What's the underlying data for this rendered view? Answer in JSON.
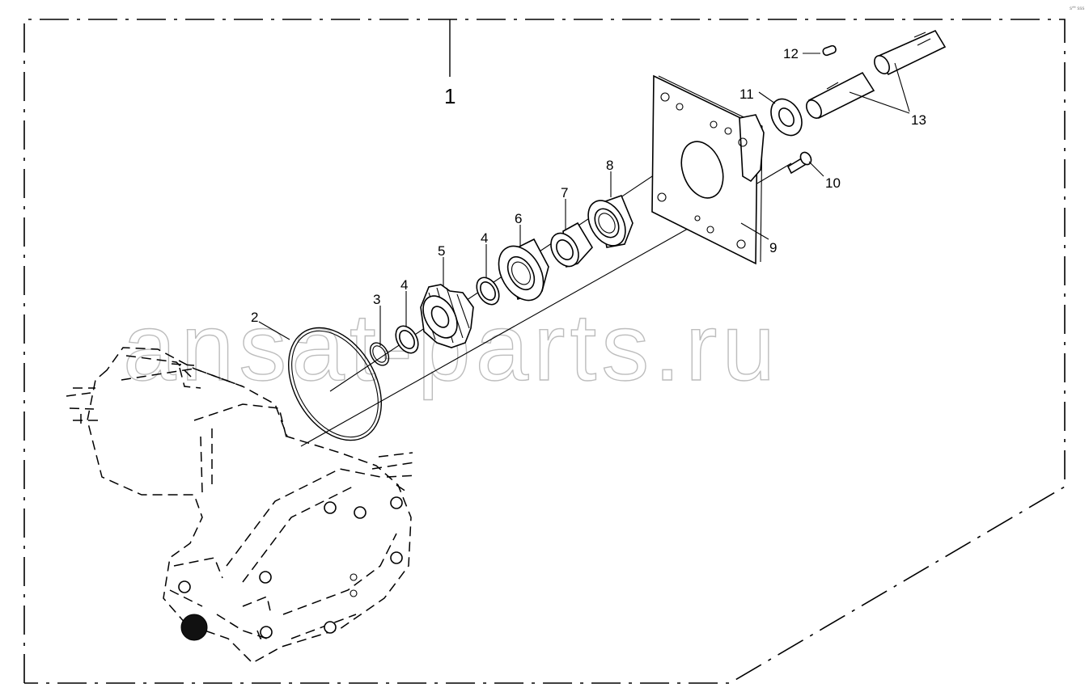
{
  "assembly_label": "1",
  "watermark": "ansat-parts.ru",
  "corner_code": "s** sss",
  "callouts": [
    {
      "id": "2",
      "text": "2"
    },
    {
      "id": "3",
      "text": "3"
    },
    {
      "id": "4a",
      "text": "4"
    },
    {
      "id": "4b",
      "text": "4"
    },
    {
      "id": "5",
      "text": "5"
    },
    {
      "id": "6",
      "text": "6"
    },
    {
      "id": "7",
      "text": "7"
    },
    {
      "id": "8",
      "text": "8"
    },
    {
      "id": "9",
      "text": "9"
    },
    {
      "id": "10",
      "text": "10"
    },
    {
      "id": "11",
      "text": "11"
    },
    {
      "id": "12",
      "text": "12"
    },
    {
      "id": "13",
      "text": "13"
    }
  ]
}
